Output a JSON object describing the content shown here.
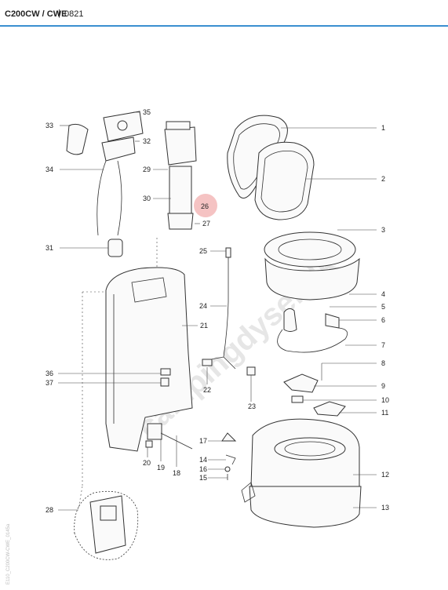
{
  "header": {
    "model": "C200CW / CWE",
    "separator": "|",
    "code": "0821"
  },
  "watermark": "campingdyser.dk",
  "side_id": "E110_C200CW-CWE_0145a",
  "highlight": {
    "part": "26",
    "color": "#f3b8b8"
  },
  "accent_color": "#3a8fd0",
  "parts": [
    "1",
    "2",
    "3",
    "4",
    "5",
    "6",
    "7",
    "8",
    "9",
    "10",
    "11",
    "12",
    "13",
    "14",
    "15",
    "16",
    "17",
    "18",
    "19",
    "20",
    "21",
    "22",
    "23",
    "24",
    "25",
    "26",
    "27",
    "28",
    "29",
    "30",
    "31",
    "32",
    "33",
    "34",
    "35",
    "36",
    "37"
  ]
}
